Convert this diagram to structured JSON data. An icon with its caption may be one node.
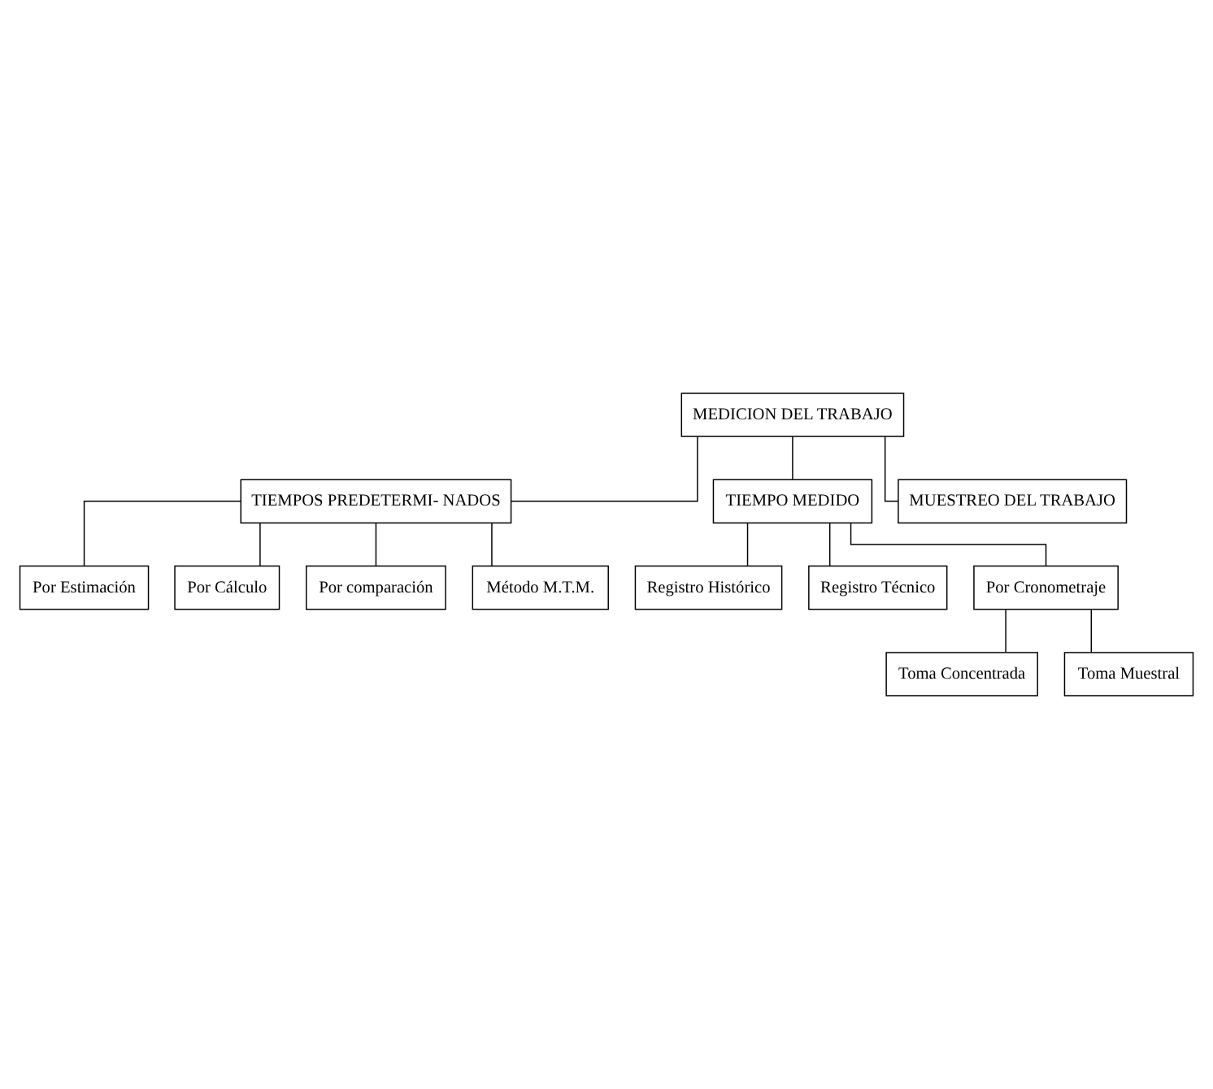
{
  "diagram": {
    "nodes": [
      {
        "text": [
          "MEDICION DEL TRABAJO"
        ]
      },
      {
        "text": [
          "TIEMPOS PREDETERMI- NADOS"
        ]
      },
      {
        "text": [
          "TIEMPO MEDIDO"
        ]
      },
      {
        "text": [
          "MUESTREO DEL TRABAJO"
        ]
      },
      {
        "text": [
          "Por Estimación"
        ]
      },
      {
        "text": [
          "Por Cálculo"
        ]
      },
      {
        "text": [
          "Por comparación"
        ]
      },
      {
        "text": [
          "Método M.T.M."
        ]
      },
      {
        "text": [
          "Registro Histórico"
        ]
      },
      {
        "text": [
          "Registro Técnico"
        ]
      },
      {
        "text": [
          "Por Cronometraje"
        ]
      },
      {
        "text": [
          "Toma Concentrada"
        ]
      },
      {
        "text": [
          "Toma Muestral"
        ]
      }
    ],
    "edges": [
      {
        "from": 0,
        "to": 1,
        "arrow": "none"
      },
      {
        "from": 0,
        "to": 2,
        "arrow": "none"
      },
      {
        "from": 0,
        "to": 3,
        "arrow": "none"
      },
      {
        "from": 1,
        "to": 4,
        "arrow": "none"
      },
      {
        "from": 1,
        "to": 5,
        "arrow": "none"
      },
      {
        "from": 1,
        "to": 6,
        "arrow": "none"
      },
      {
        "from": 1,
        "to": 7,
        "arrow": "none"
      },
      {
        "from": 2,
        "to": 8,
        "arrow": "none"
      },
      {
        "from": 2,
        "to": 9,
        "arrow": "none"
      },
      {
        "from": 2,
        "to": 10,
        "arrow": "none"
      },
      {
        "from": 10,
        "to": 11,
        "arrow": "none"
      },
      {
        "from": 10,
        "to": 12,
        "arrow": "none"
      }
    ]
  }
}
